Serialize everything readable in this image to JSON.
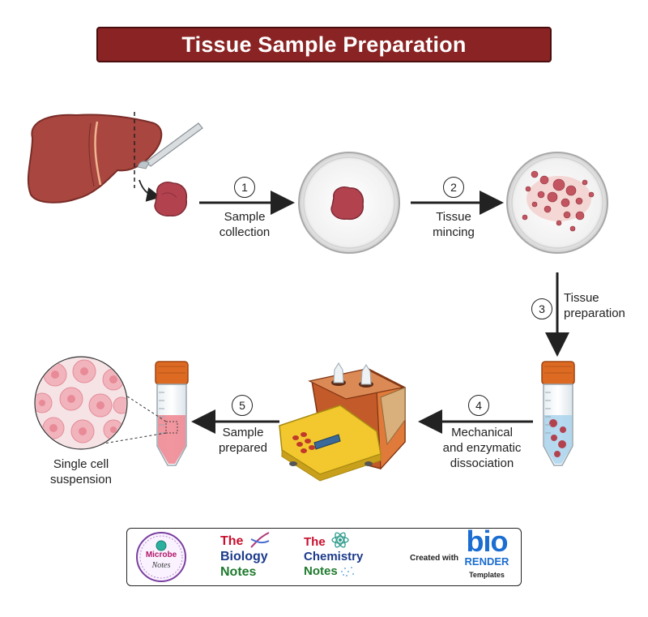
{
  "title": "Tissue Sample Preparation",
  "steps": [
    {
      "num": "1",
      "label_line1": "Sample",
      "label_line2": "collection"
    },
    {
      "num": "2",
      "label_line1": "Tissue",
      "label_line2": "mincing"
    },
    {
      "num": "3",
      "label_line1": "Tissue",
      "label_line2": "preparation"
    },
    {
      "num": "4",
      "label_line1": "Mechanical",
      "label_line2": "and enzymatic",
      "label_line3": "dissociation"
    },
    {
      "num": "5",
      "label_line1": "Sample",
      "label_line2": "prepared"
    }
  ],
  "result": {
    "line1": "Single cell",
    "line2": "suspension"
  },
  "footer": {
    "microbe": {
      "line1": "Microbe",
      "line2": "Notes"
    },
    "biology": {
      "line1": "The",
      "line2": "Biology",
      "line3": "Notes"
    },
    "chemistry": {
      "line1": "The",
      "line2": "Chemistry",
      "line3": "Notes"
    },
    "created_with": "Created with",
    "biorender_top": "bio",
    "biorender_mid": "RENDER",
    "biorender_sub": "Templates"
  },
  "colors": {
    "title_bg": "#8a2323",
    "liver": "#a8463f",
    "tissue": "#b3424f",
    "fluid_pink": "#ef8a93",
    "cap": "#dd6a22",
    "blue": "#1b6dd1"
  }
}
